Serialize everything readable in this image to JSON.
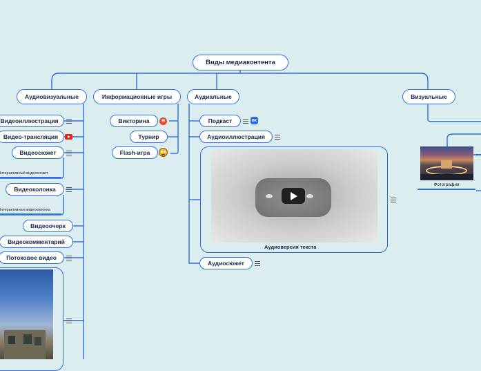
{
  "root": {
    "label": "Виды медиаконтента"
  },
  "branches": {
    "audiovisual": {
      "label": "Аудиовизуальные",
      "children": {
        "illustration": "Видеоиллюстрация",
        "broadcast": "Видео-трансляция",
        "story": "Видеосюжет",
        "story_sub": "Интерактивный видеосюжет",
        "column": "Видеоколонка",
        "column_sub": "Интерактивная видеоколонка",
        "essay": "Видеоочерк",
        "commentary": "Видеокомментарий",
        "stream": "Потоковое видео"
      }
    },
    "info_games": {
      "label": "Информационные игры",
      "children": {
        "quiz": "Викторина",
        "tournament": "Турнир",
        "flash": "Flash-игра"
      }
    },
    "audio": {
      "label": "Аудиальные",
      "children": {
        "podcast": "Подкаст",
        "audio_illustration": "Аудиоиллюстрация",
        "audio_version": "Аудиоверсия текста",
        "audio_story": "Аудиосюжет"
      }
    },
    "visual": {
      "label": "Визуальные",
      "children": {
        "photo": "Фотография"
      }
    }
  },
  "icons": {
    "vk": "ВК",
    "yandex": "Я",
    "youtube": "youtube-icon",
    "play": "play-icon"
  },
  "colors": {
    "background": "#dcedef",
    "line": "#2d6ee6",
    "node_text": "#16284a",
    "youtube": "#e62117",
    "yandex": "#f0412a",
    "vk": "#2e6ee6"
  }
}
